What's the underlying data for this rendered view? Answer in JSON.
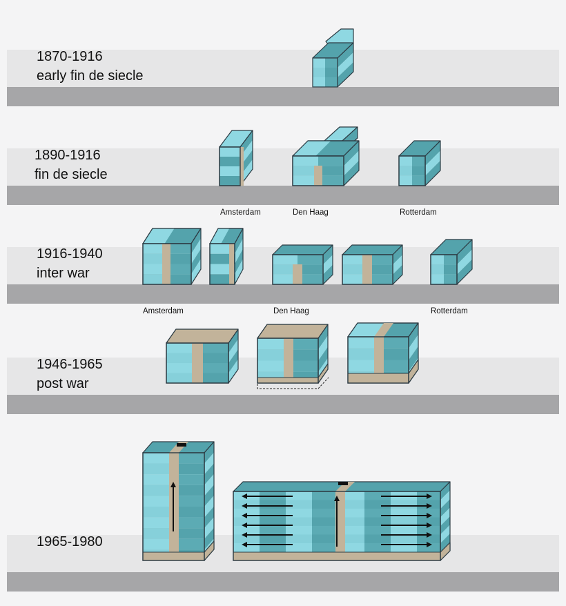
{
  "eras": [
    {
      "period": "1870-1916",
      "name": "early fin de siecle"
    },
    {
      "period": "1890-1916",
      "name": "fin de siecle"
    },
    {
      "period": "1916-1940",
      "name": "inter war"
    },
    {
      "period": "1946-1965",
      "name": "post war"
    },
    {
      "period": "1965-1980",
      "name": ""
    }
  ],
  "cities_row2": [
    "Amsterdam",
    "Den Haag",
    "Rotterdam"
  ],
  "cities_row3": [
    "Amsterdam",
    "Den Haag",
    "Rotterdam"
  ],
  "colors": {
    "background": "#f4f4f5",
    "band_light": "#e6e6e7",
    "band_dark": "#a6a6a8",
    "window_light": "#8fd8e2",
    "window_dark": "#54a3ac",
    "stair": "#c2b39a",
    "outline": "#2d3c44"
  }
}
